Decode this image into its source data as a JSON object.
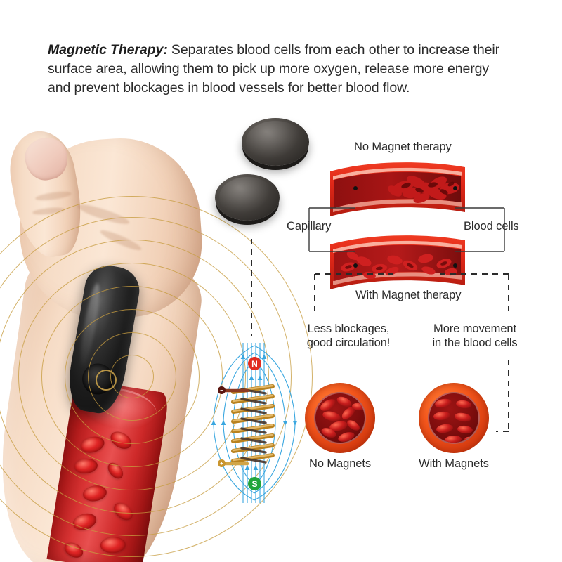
{
  "header": {
    "lead": "Magnetic Therapy:",
    "body": " Separates blood cells from each other to increase their surface area, allowing them to pick up more oxygen, release more energy and prevent blockages in blood vessels for better blood flow."
  },
  "diagram": {
    "labels": {
      "no_magnet_therapy": "No Magnet therapy",
      "with_magnet_therapy": "With Magnet therapy",
      "capillary": "Capillary",
      "blood_cells": "Blood cells",
      "less_blockages": "Less blockages,\ngood circulation!",
      "more_movement": "More movement\nin the blood cells",
      "no_magnets": "No Magnets",
      "with_magnets": "With Magnets"
    },
    "coil": {
      "north_pole": "N",
      "south_pole": "S",
      "negative_terminal": "–",
      "positive_terminal": "+"
    }
  },
  "colors": {
    "background": "#ffffff",
    "text": "#2b2b2b",
    "connector_line": "#3a3a3a",
    "ring_gold": "#c69c40",
    "vessel_red": "#d93434",
    "vessel_dark_red": "#7d0f0f",
    "xsection_orange": "#f4571c",
    "field_line_blue": "#3aa7e0",
    "coil_copper": "#c9952f",
    "magnet_gray": "#4b4743",
    "pole_north_red": "#e12b20",
    "pole_south_green": "#21a53a",
    "skin": "#f6dcc6"
  },
  "icons": {
    "magnet_disc": "magnet-disc-icon",
    "massager_device": "massager-device-icon",
    "hand": "hand-icon",
    "red_blood_cell": "red-blood-cell-icon",
    "magnetic_field_line": "magnetic-field-line-icon",
    "radiating_waves": "radiating-waves-icon"
  }
}
